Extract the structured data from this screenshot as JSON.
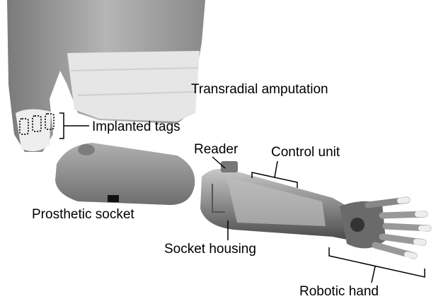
{
  "labels": {
    "transradial_amputation": "Transradial amputation",
    "implanted_tags": "Implanted tags",
    "reader": "Reader",
    "control_unit": "Control unit",
    "prosthetic_socket": "Prosthetic socket",
    "socket_housing": "Socket housing",
    "robotic_hand": "Robotic hand"
  },
  "colors": {
    "skin": "#9a9a9a",
    "bandage": "#e8e8e8",
    "prosthesis": "#8c8c8c",
    "text": "#000000"
  }
}
